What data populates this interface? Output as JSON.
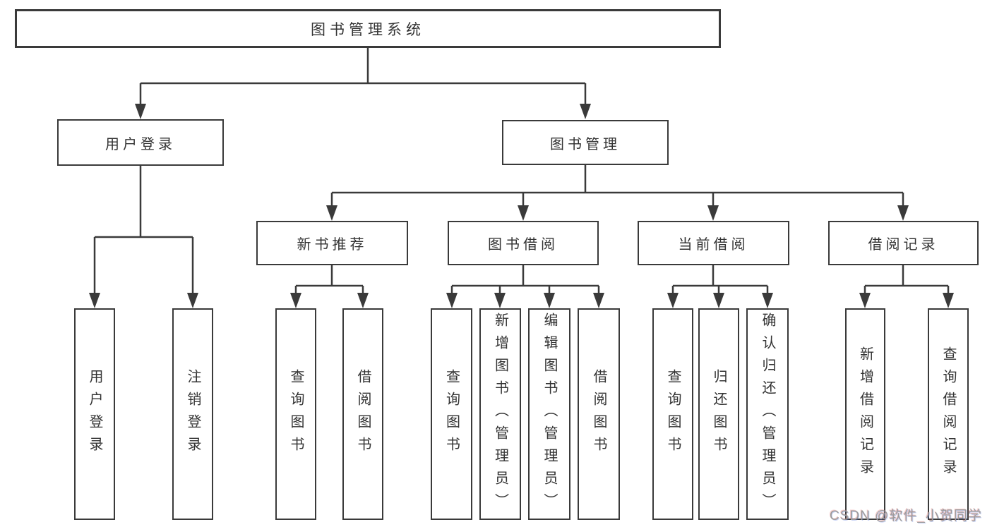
{
  "colors": {
    "line": "#3a3a3a",
    "text": "#333333",
    "background": "#ffffff",
    "watermark": "#9c9c9c"
  },
  "tree": {
    "root": {
      "label": "图书管理系统"
    },
    "branches": [
      {
        "label": "用户登录",
        "leaves": [
          {
            "label": "用户登录"
          },
          {
            "label": "注销登录"
          }
        ]
      },
      {
        "label": "图书管理",
        "groups": [
          {
            "label": "新书推荐",
            "leaves": [
              {
                "label": "查询图书"
              },
              {
                "label": "借阅图书"
              }
            ]
          },
          {
            "label": "图书借阅",
            "leaves": [
              {
                "label": "查询图书"
              },
              {
                "label": "新增图书（管理员）"
              },
              {
                "label": "编辑图书（管理员）"
              },
              {
                "label": "借阅图书"
              }
            ]
          },
          {
            "label": "当前借阅",
            "leaves": [
              {
                "label": "查询图书"
              },
              {
                "label": "归还图书"
              },
              {
                "label": "确认归还（管理员）"
              }
            ]
          },
          {
            "label": "借阅记录",
            "leaves": [
              {
                "label": "新增借阅记录"
              },
              {
                "label": "查询借阅记录"
              }
            ]
          }
        ]
      }
    ]
  },
  "watermark": {
    "text": "CSDN @软件_小贺同学"
  }
}
